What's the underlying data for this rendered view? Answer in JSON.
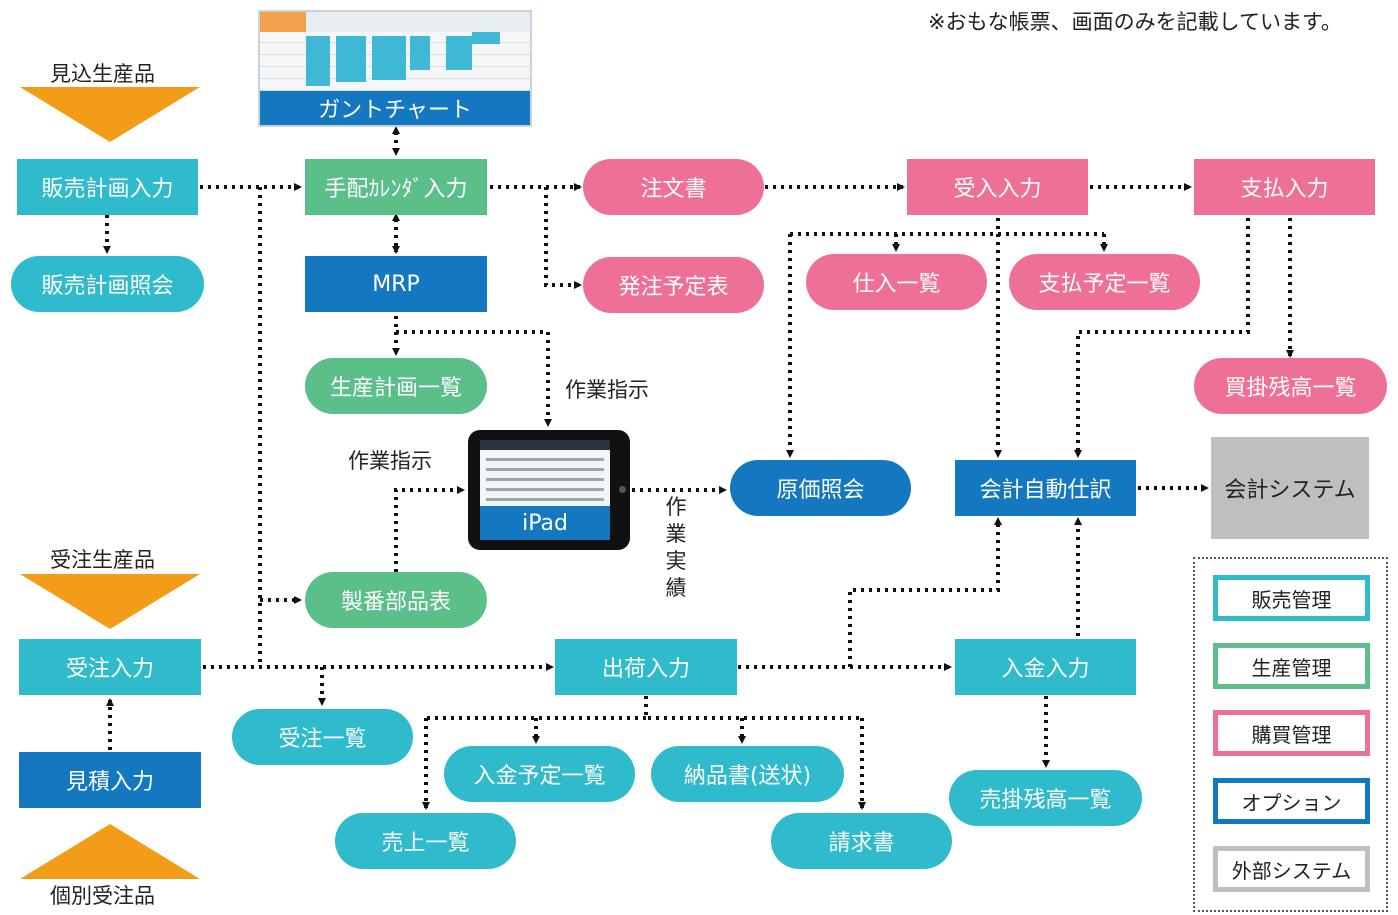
{
  "note": "※おもな帳票、画面のみを記載しています。",
  "categories": {
    "forecast": "見込生産品",
    "order": "受注生産品",
    "individual": "個別受注品"
  },
  "nodes": {
    "sales_plan_input": "販売計画入力",
    "sales_plan_view": "販売計画照会",
    "arrangement_calendar_input": "手配ｶﾚﾝﾀﾞ入力",
    "mrp": "MRP",
    "production_plan_list": "生産計画一覧",
    "gantt_chart": "ガントチャート",
    "purchase_order": "注文書",
    "order_schedule": "発注予定表",
    "receiving_input": "受入入力",
    "payment_input": "支払入力",
    "purchase_list": "仕入一覧",
    "payment_schedule_list": "支払予定一覧",
    "payable_balance_list": "買掛残高一覧",
    "cost_inquiry": "原価照会",
    "auto_journal": "会計自動仕訳",
    "accounting_system": "会計システム",
    "ipad": "iPad",
    "bom": "製番部品表",
    "order_input": "受注入力",
    "order_list": "受注一覧",
    "quote_input": "見積入力",
    "shipping_input": "出荷入力",
    "deposit_schedule_list": "入金予定一覧",
    "delivery_slip": "納品書(送状)",
    "sales_list": "売上一覧",
    "invoice": "請求書",
    "deposit_input": "入金入力",
    "receivable_balance_list": "売掛残高一覧"
  },
  "labels": {
    "work_instruction_1": "作業指示",
    "work_instruction_2": "作業指示",
    "work_result": "作業実績"
  },
  "legend": [
    {
      "label": "販売管理",
      "color": "#2fbbcb"
    },
    {
      "label": "生産管理",
      "color": "#5bbf8a"
    },
    {
      "label": "購買管理",
      "color": "#ef7096"
    },
    {
      "label": "オプション",
      "color": "#1478c0"
    },
    {
      "label": "外部システム",
      "color": "#bfbfbf"
    }
  ],
  "colors": {
    "sales": "#2fbbcb",
    "production": "#5bbf8a",
    "purchasing": "#ef7096",
    "option": "#1478c0",
    "external": "#bfbfbf",
    "category_arrow": "#f39c18"
  }
}
